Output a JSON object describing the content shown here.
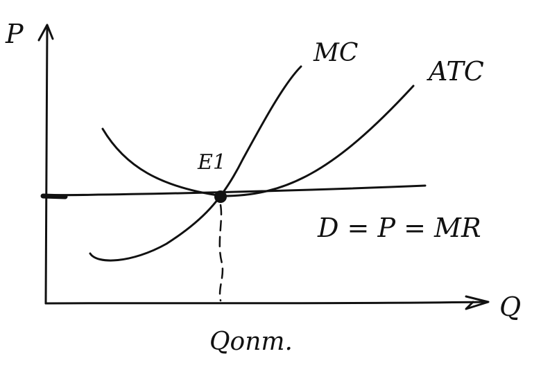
{
  "labels": {
    "y_axis": "P",
    "x_axis": "Q",
    "mc": "MC",
    "atc": "ATC",
    "equilibrium": "E1",
    "demand": "D = P = MR",
    "q_opt": "Qопт."
  },
  "colors": {
    "ink": "#111111",
    "background": "#ffffff"
  }
}
